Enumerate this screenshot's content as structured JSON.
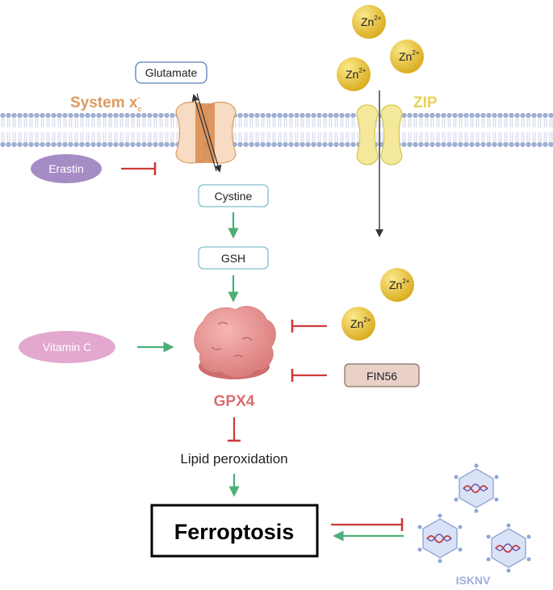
{
  "transporters": {
    "system_xc": {
      "main": "System x",
      "sub": "c",
      "sup": "-"
    },
    "zip": "ZIP"
  },
  "ions": {
    "base": "Zn",
    "charge": "2+"
  },
  "labels": {
    "glutamate": "Glutamate",
    "cystine": "Cystine",
    "gsh": "GSH",
    "erastin": "Erastin",
    "vitamin_c": "Vitamin C",
    "gpx4": "GPX4",
    "fin56": "FIN56",
    "lipid_peroxidation": "Lipid peroxidation",
    "ferroptosis": "Ferroptosis",
    "isknv": "ISKNV"
  },
  "colors": {
    "membrane_head": "#9fb0d2",
    "membrane_tail": "#c9d1e6",
    "xc_orange": "#dc9b62",
    "xc_light": "#f7dcc3",
    "zip_yellow": "#ead96a",
    "zn_gold": "#e6c02f",
    "activate_green": "#4caf77",
    "inhibit_red": "#cc3b3b",
    "gpx4_pink": "#e89494",
    "gpx4_dark": "#cf6d6d",
    "erastin_purple": "#a58cc4",
    "vitc_pink": "#e2a8cf",
    "fin56_tan": "#e9d1c8",
    "virus_blue": "#a9bde6",
    "isknv_text": "#9fb0dc"
  }
}
